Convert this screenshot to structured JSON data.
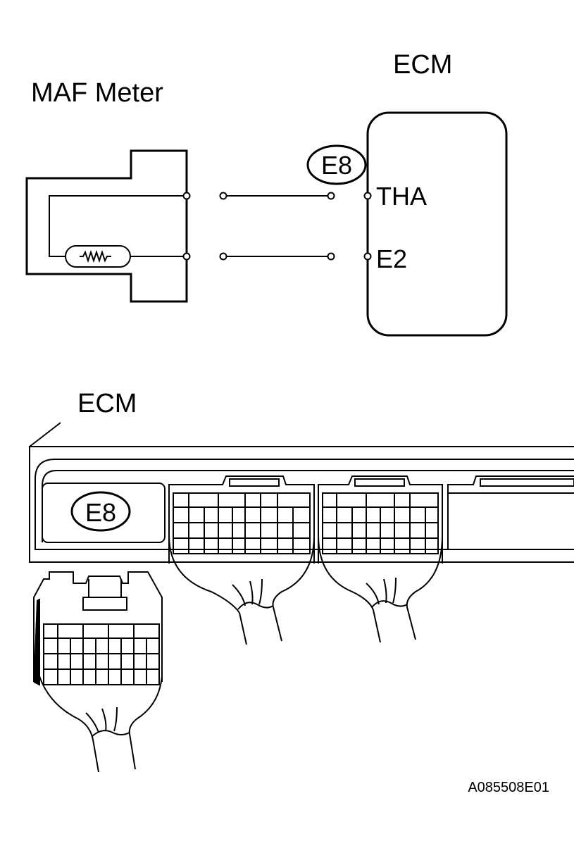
{
  "wiring": {
    "maf_title": "MAF Meter",
    "ecm_title": "ECM",
    "connector_badge": "E8",
    "pin_tha": "THA",
    "pin_e2": "E2"
  },
  "connector_view": {
    "ecm_title": "ECM",
    "connector_badge": "E8"
  },
  "figure_code": "A085508E01"
}
